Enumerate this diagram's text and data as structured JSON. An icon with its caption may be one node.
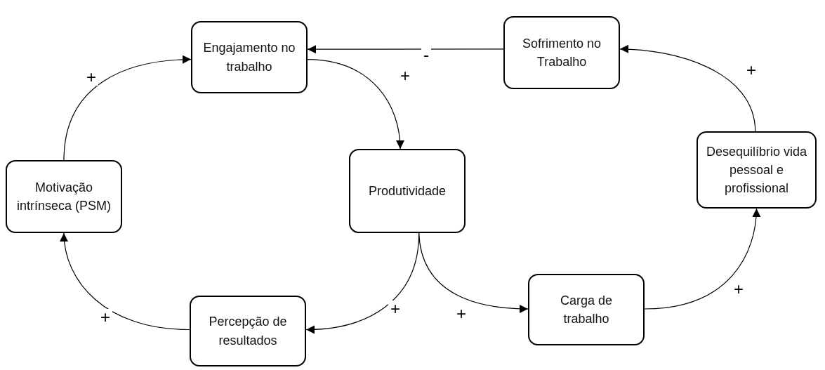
{
  "diagram": {
    "nodes": [
      {
        "text": [
          "Engajamento no trabalho"
        ]
      },
      {
        "text": [
          "Sofrimento no Trabalho"
        ]
      },
      {
        "text": [
          "Motivação intrínseca (PSM)"
        ]
      },
      {
        "text": [
          "Produtividade"
        ]
      },
      {
        "text": [
          "Desequilíbrio vida pessoal e profissional"
        ]
      },
      {
        "text": [
          "Percepção de resultados"
        ]
      },
      {
        "text": [
          "Carga de trabalho"
        ]
      }
    ],
    "edges": [
      {
        "from": 2,
        "to": 0,
        "arrow": "to",
        "label": "+"
      },
      {
        "from": 0,
        "to": 3,
        "arrow": "to",
        "label": "+"
      },
      {
        "from": 1,
        "to": 0,
        "arrow": "to",
        "label": "-"
      },
      {
        "from": 4,
        "to": 1,
        "arrow": "to",
        "label": "+"
      },
      {
        "from": 3,
        "to": 5,
        "arrow": "to",
        "label": "+"
      },
      {
        "from": 3,
        "to": 6,
        "arrow": "to",
        "label": "+"
      },
      {
        "from": 6,
        "to": 4,
        "arrow": "to",
        "label": "+"
      },
      {
        "from": 5,
        "to": 2,
        "arrow": "to",
        "label": "+"
      }
    ]
  }
}
